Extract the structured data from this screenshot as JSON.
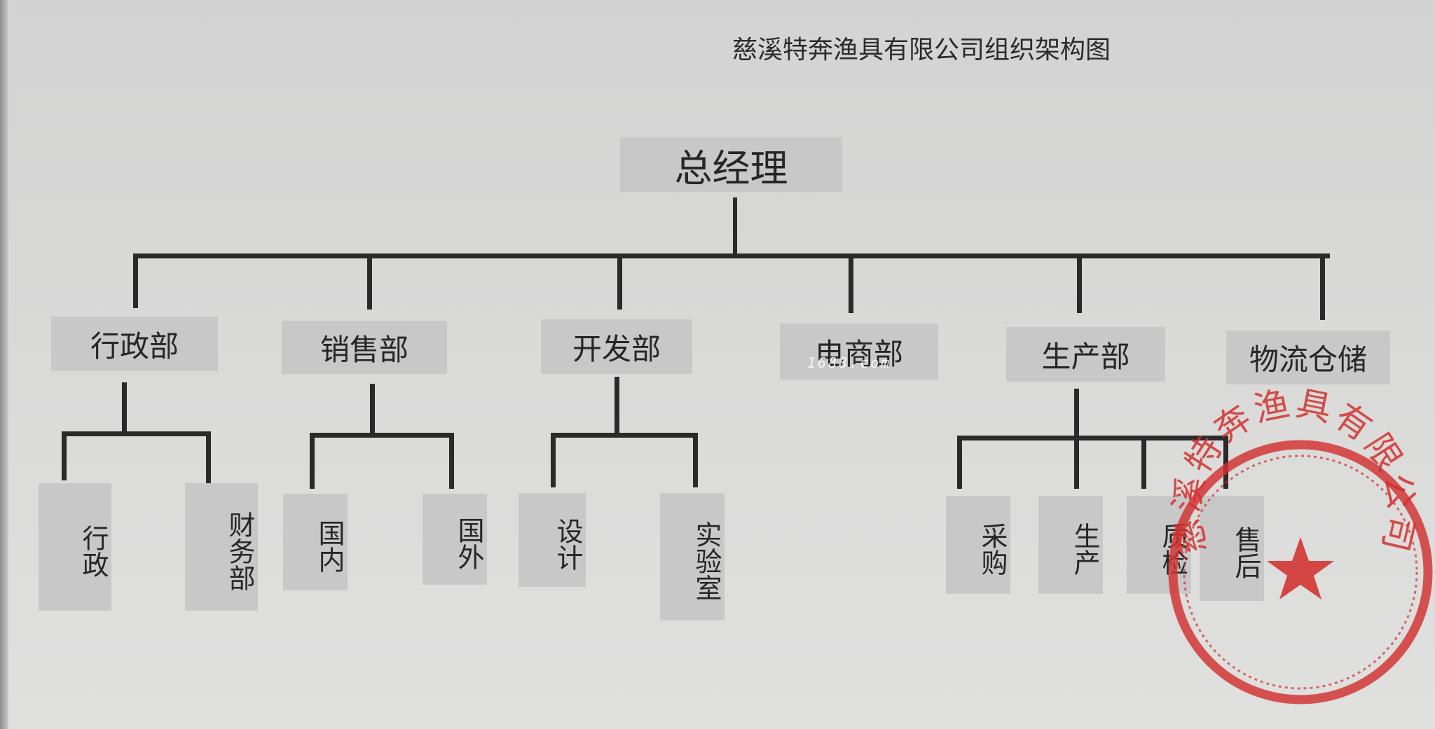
{
  "title": "慈溪特奔渔具有限公司组织架构图",
  "watermark": "1688.com",
  "root": {
    "label": "总经理"
  },
  "departments": [
    {
      "label": "行政部",
      "children": [
        "行政",
        "财务部"
      ]
    },
    {
      "label": "销售部",
      "children": [
        "国内",
        "国外"
      ]
    },
    {
      "label": "开发部",
      "children": [
        "设计",
        "实验室"
      ]
    },
    {
      "label": "电商部",
      "children": []
    },
    {
      "label": "生产部",
      "children": [
        "采购",
        "生产",
        "质检",
        "售后"
      ]
    },
    {
      "label": "物流仓储",
      "children": []
    }
  ],
  "seal": {
    "text": "慈溪特奔渔具有限公司",
    "color": "#d2312f"
  }
}
